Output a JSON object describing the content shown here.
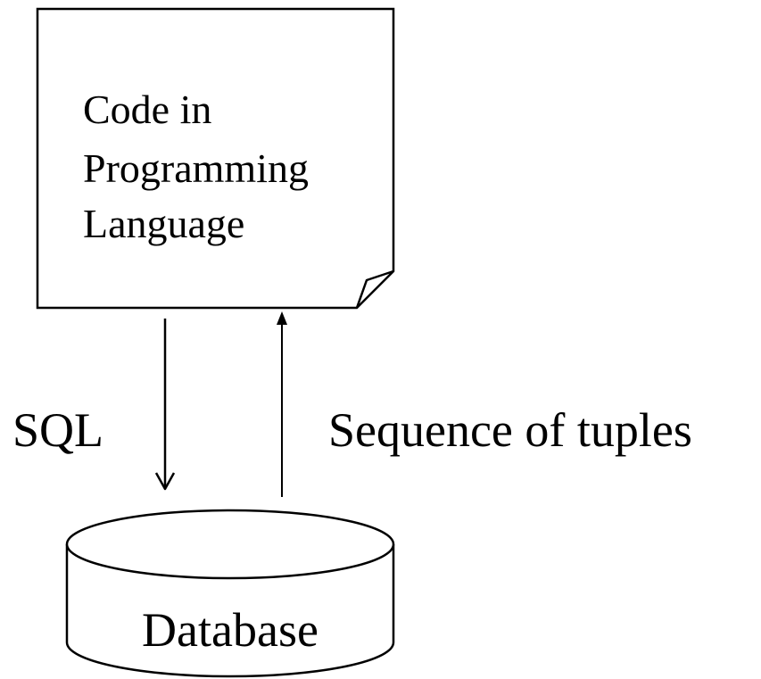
{
  "document_box": {
    "lines": [
      "Code in",
      "Programming",
      "Language"
    ]
  },
  "labels": {
    "sql": "SQL",
    "result": "Sequence of tuples"
  },
  "database": {
    "label": "Database"
  },
  "colors": {
    "stroke": "#000000",
    "fill": "#ffffff"
  }
}
